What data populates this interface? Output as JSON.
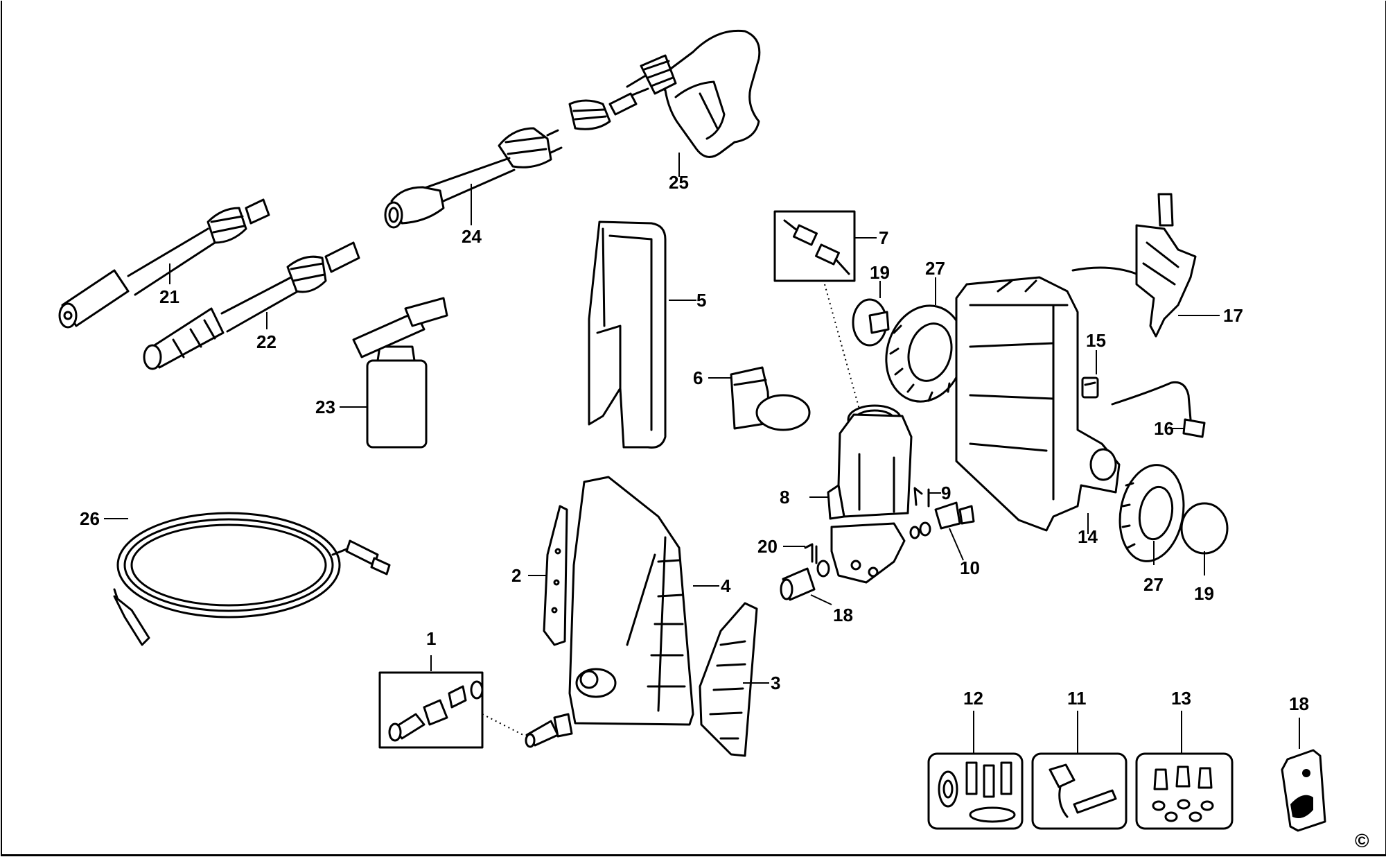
{
  "labels": {
    "p1": "1",
    "p2": "2",
    "p3": "3",
    "p4": "4",
    "p5": "5",
    "p6": "6",
    "p7": "7",
    "p8": "8",
    "p9": "9",
    "p10": "10",
    "p11": "11",
    "p12": "12",
    "p13": "13",
    "p14": "14",
    "p15": "15",
    "p16": "16",
    "p17": "17",
    "p18a": "18",
    "p18b": "18",
    "p19a": "19",
    "p19b": "19",
    "p20": "20",
    "p21": "21",
    "p22": "22",
    "p23": "23",
    "p24": "24",
    "p25": "25",
    "p26": "26",
    "p27a": "27",
    "p27b": "27"
  },
  "copyright": "©"
}
